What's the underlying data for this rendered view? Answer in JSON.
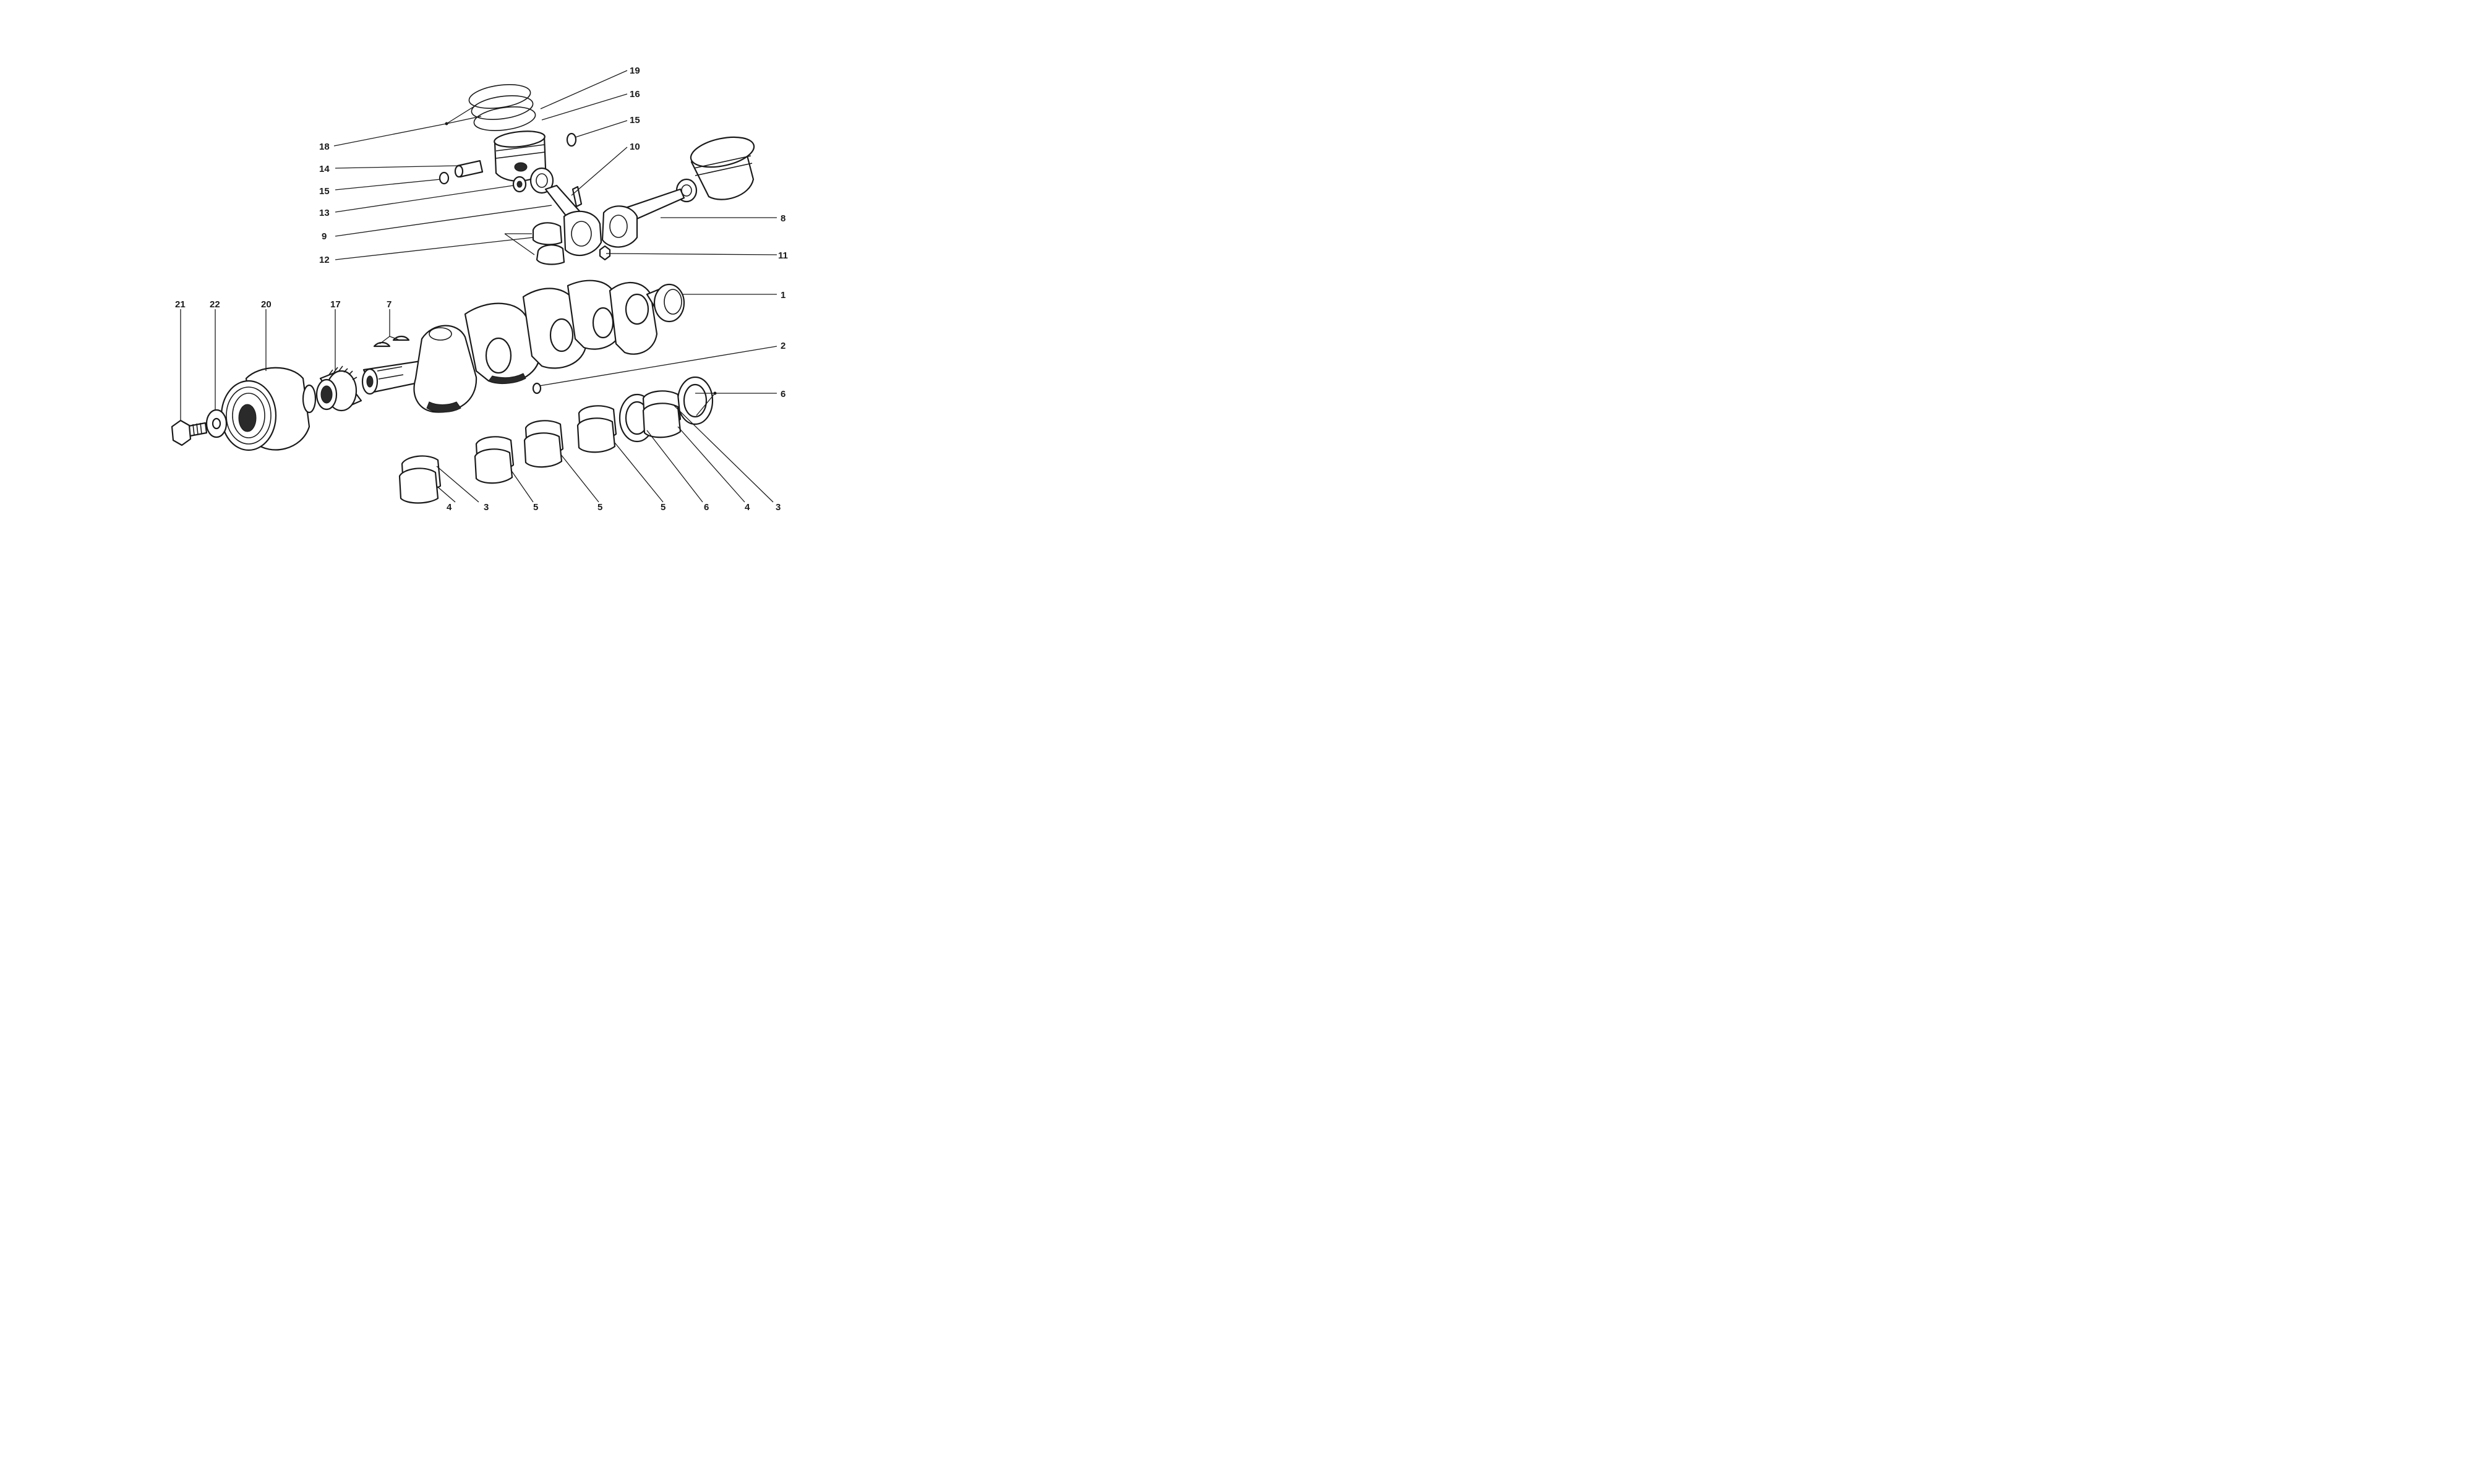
{
  "callouts": {
    "c1": "1",
    "c2": "2",
    "c3a": "3",
    "c3b": "3",
    "c4a": "4",
    "c4b": "4",
    "c5a": "5",
    "c5b": "5",
    "c5c": "5",
    "c6a": "6",
    "c6b": "6",
    "c7": "7",
    "c8": "8",
    "c9": "9",
    "c10": "10",
    "c11": "11",
    "c12": "12",
    "c13": "13",
    "c14": "14",
    "c15a": "15",
    "c15b": "15",
    "c16": "16",
    "c17": "17",
    "c18": "18",
    "c19": "19",
    "c20": "20",
    "c21": "21",
    "c22": "22"
  },
  "colors": {
    "ink": "#1a1a1a",
    "paper": "#ffffff"
  }
}
